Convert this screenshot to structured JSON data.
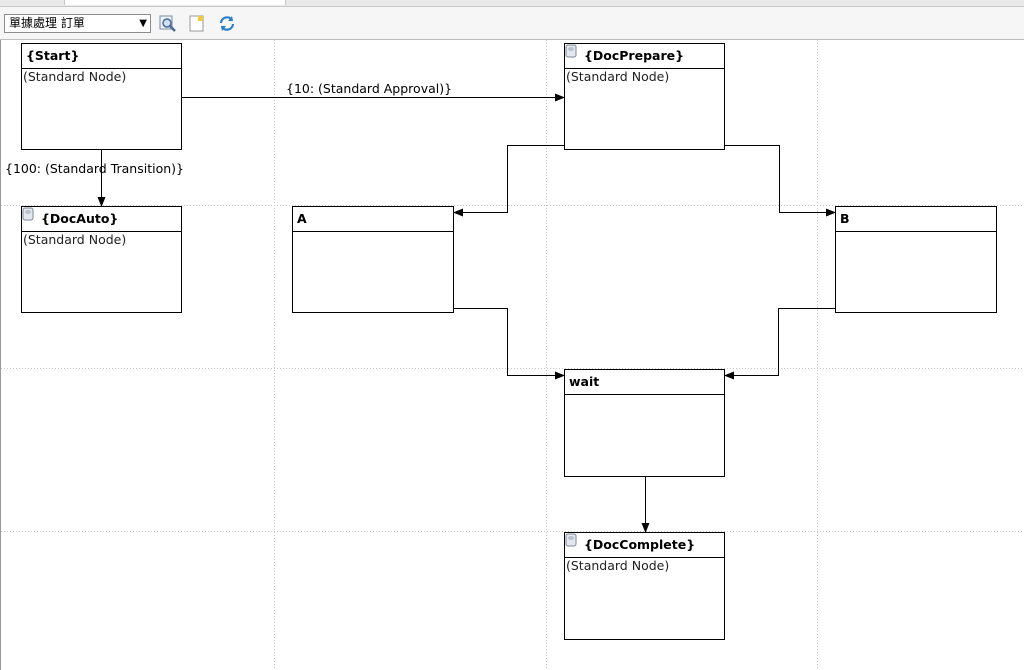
{
  "toolbar": {
    "workflow_select": "單據處理  訂單",
    "select_arrow": "▼",
    "icons": [
      "zoom-icon",
      "note-icon",
      "refresh-icon"
    ]
  },
  "nodes": {
    "start": {
      "title": "{Start}",
      "subtitle": "(Standard Node)"
    },
    "docprepare": {
      "title": "{DocPrepare}",
      "subtitle": "(Standard Node)"
    },
    "docauto": {
      "title": "{DocAuto}",
      "subtitle": "(Standard Node)"
    },
    "a": {
      "title": "A"
    },
    "b": {
      "title": "B"
    },
    "wait": {
      "title": "wait"
    },
    "doccomplete": {
      "title": "{DocComplete}",
      "subtitle": "(Standard Node)"
    }
  },
  "edges": {
    "start_to_docprepare": "{10: (Standard Approval)}",
    "start_to_docauto": "{100: (Standard Transition)}"
  },
  "colors": {
    "grid": "#c8c8c8",
    "border": "#000000",
    "toolbar": "#f6f6f6"
  }
}
